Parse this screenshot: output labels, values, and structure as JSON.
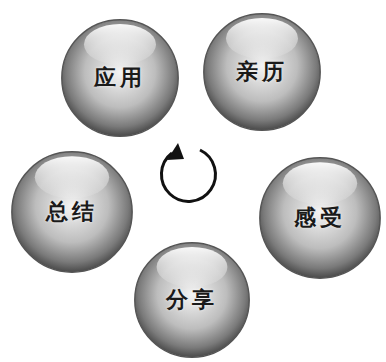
{
  "diagram": {
    "nodes": [
      {
        "text": [
          "应用"
        ]
      },
      {
        "text": [
          "亲历"
        ]
      },
      {
        "text": [
          "总结"
        ]
      },
      {
        "text": [
          "感受"
        ]
      },
      {
        "text": [
          "分享"
        ]
      }
    ]
  }
}
